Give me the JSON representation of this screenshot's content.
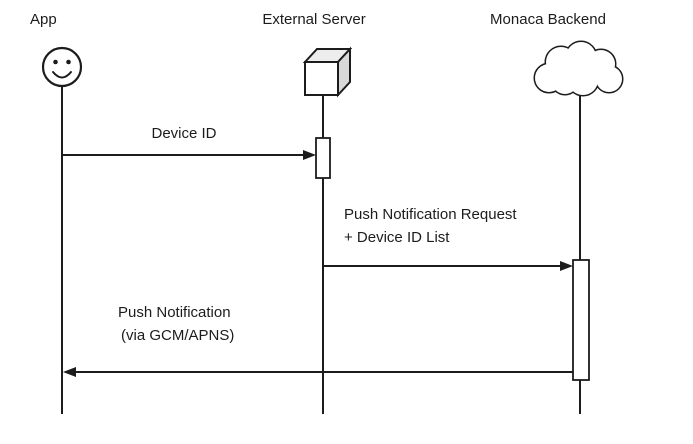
{
  "diagram": {
    "type": "sequence",
    "actors": [
      {
        "label": "App",
        "icon": "smiley-actor-icon"
      },
      {
        "label": "External Server",
        "icon": "server-cube-icon"
      },
      {
        "label": "Monaca Backend",
        "icon": "cloud-icon"
      }
    ],
    "messages": [
      {
        "from": "App",
        "to": "External Server",
        "label": "Device ID"
      },
      {
        "from": "External Server",
        "to": "Monaca Backend",
        "line1": "Push Notification Request",
        "line2": "+ Device ID List"
      },
      {
        "from": "Monaca Backend",
        "to": "App",
        "line1": "Push Notification",
        "line2": "(via GCM/APNS)"
      }
    ],
    "colors": {
      "line": "#1c1c1c",
      "background": "#ffffff",
      "cube_top": "#ededed",
      "cube_side": "#d8d8d8"
    }
  }
}
